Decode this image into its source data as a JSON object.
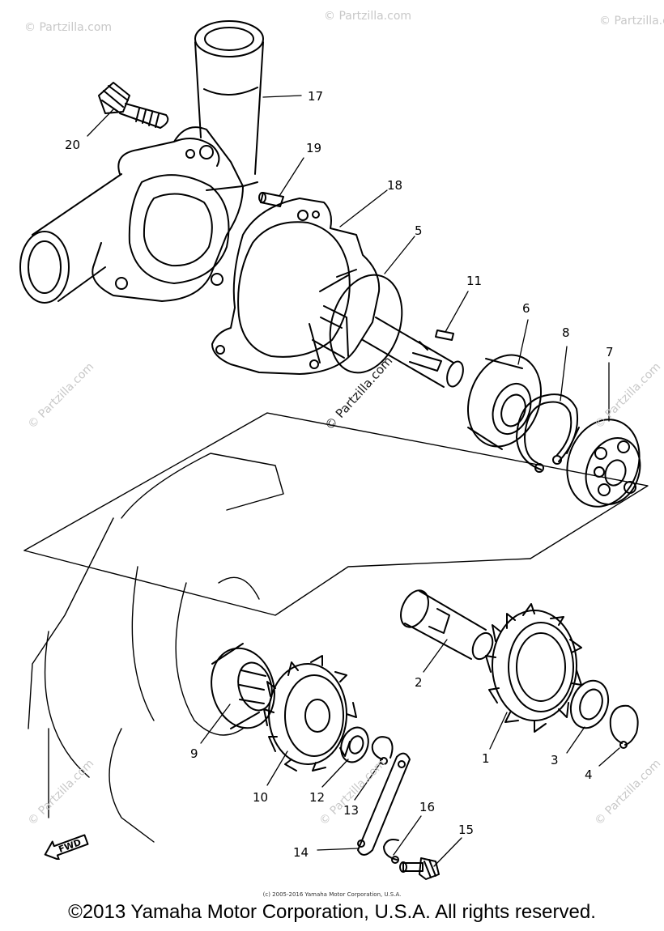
{
  "callouts": [
    {
      "id": "1",
      "text": "1"
    },
    {
      "id": "2",
      "text": "2"
    },
    {
      "id": "3",
      "text": "3"
    },
    {
      "id": "4",
      "text": "4"
    },
    {
      "id": "5",
      "text": "5"
    },
    {
      "id": "6",
      "text": "6"
    },
    {
      "id": "7",
      "text": "7"
    },
    {
      "id": "8",
      "text": "8"
    },
    {
      "id": "9",
      "text": "9"
    },
    {
      "id": "10",
      "text": "10"
    },
    {
      "id": "11",
      "text": "11"
    },
    {
      "id": "12",
      "text": "12"
    },
    {
      "id": "13",
      "text": "13"
    },
    {
      "id": "14",
      "text": "14"
    },
    {
      "id": "15",
      "text": "15"
    },
    {
      "id": "16",
      "text": "16"
    },
    {
      "id": "17",
      "text": "17"
    },
    {
      "id": "18",
      "text": "18"
    },
    {
      "id": "19",
      "text": "19"
    },
    {
      "id": "20",
      "text": "20"
    }
  ],
  "fwd_label": "FWD",
  "watermark": "© Partzilla.com",
  "small_copyright": "(c) 2005-2016 Yamaha Motor Corporation, U.S.A.",
  "copyright": "©2013 Yamaha Motor Corporation, U.S.A. All rights reserved."
}
